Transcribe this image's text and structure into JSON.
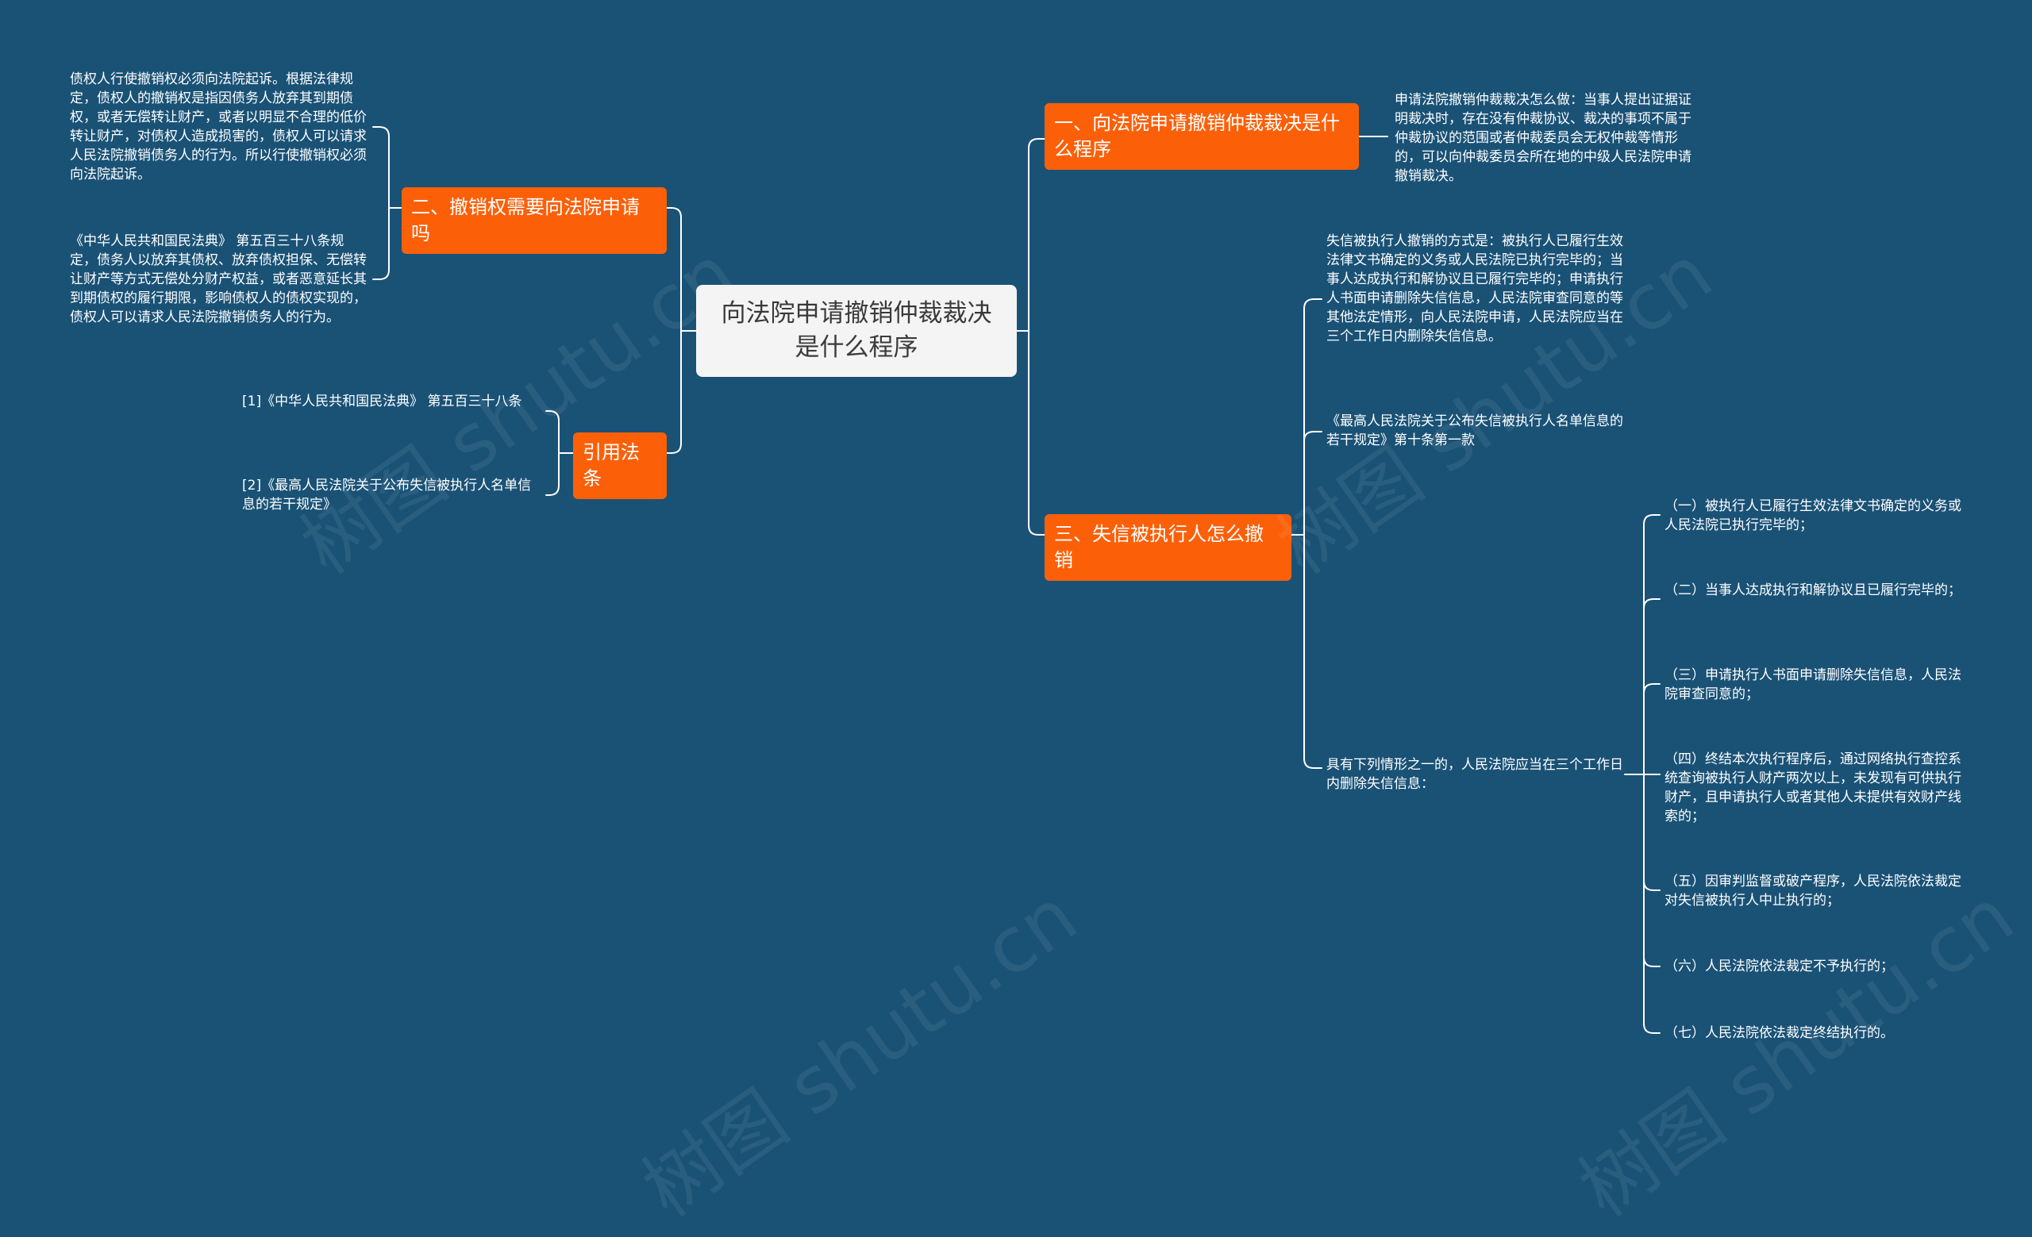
{
  "central_topic": "向法院申请撤销仲裁裁决是什么程序",
  "branches": {
    "b1": {
      "label": "一、向法院申请撤销仲裁裁决是什么程序",
      "detail": "申请法院撤销仲裁裁决怎么做：当事人提出证据证明裁决时，存在没有仲裁协议、裁决的事项不属于仲裁协议的范围或者仲裁委员会无权仲裁等情形的，可以向仲裁委员会所在地的中级人民法院申请撤销裁决。"
    },
    "b2": {
      "label": "二、撤销权需要向法院申请吗",
      "detail1": "债权人行使撤销权必须向法院起诉。根据法律规定，债权人的撤销权是指因债务人放弃其到期债权，或者无偿转让财产，或者以明显不合理的低价转让财产，对债权人造成损害的，债权人可以请求人民法院撤销债务人的行为。所以行使撤销权必须向法院起诉。",
      "detail2": "《中华人民共和国民法典》 第五百三十八条规定，债务人以放弃其债权、放弃债权担保、无偿转让财产等方式无偿处分财产权益，或者恶意延长其到期债权的履行期限，影响债权人的债权实现的，债权人可以请求人民法院撤销债务人的行为。"
    },
    "b3": {
      "label": "三、失信被执行人怎么撤销",
      "detail1": "失信被执行人撤销的方式是：被执行人已履行生效法律文书确定的义务或人民法院已执行完毕的；当事人达成执行和解协议且已履行完毕的；申请执行人书面申请删除失信信息，人民法院审查同意的等其他法定情形，向人民法院申请，人民法院应当在三个工作日内删除失信信息。",
      "detail2": "《最高人民法院关于公布失信被执行人名单信息的若干规定》第十条第一款",
      "detail3": "具有下列情形之一的，人民法院应当在三个工作日内删除失信信息：",
      "items": [
        "（一）被执行人已履行生效法律文书确定的义务或人民法院已执行完毕的；",
        "（二）当事人达成执行和解协议且已履行完毕的；",
        "（三）申请执行人书面申请删除失信信息，人民法院审查同意的；",
        "（四）终结本次执行程序后，通过网络执行查控系统查询被执行人财产两次以上，未发现有可供执行财产，且申请执行人或者其他人未提供有效财产线索的；",
        "（五）因审判监督或破产程序，人民法院依法裁定对失信被执行人中止执行的；",
        "（六）人民法院依法裁定不予执行的；",
        "（七）人民法院依法裁定终结执行的。"
      ]
    },
    "b4": {
      "label": "引用法条",
      "ref1": "[1]《中华人民共和国民法典》 第五百三十八条",
      "ref2": "[2]《最高人民法院关于公布失信被执行人名单信息的若干规定》"
    }
  },
  "watermark": "树图 shutu.cn",
  "colors": {
    "background": "#1a5276",
    "branch": "#fb6009",
    "root": "#f4f4f4",
    "line": "#ffffff"
  }
}
